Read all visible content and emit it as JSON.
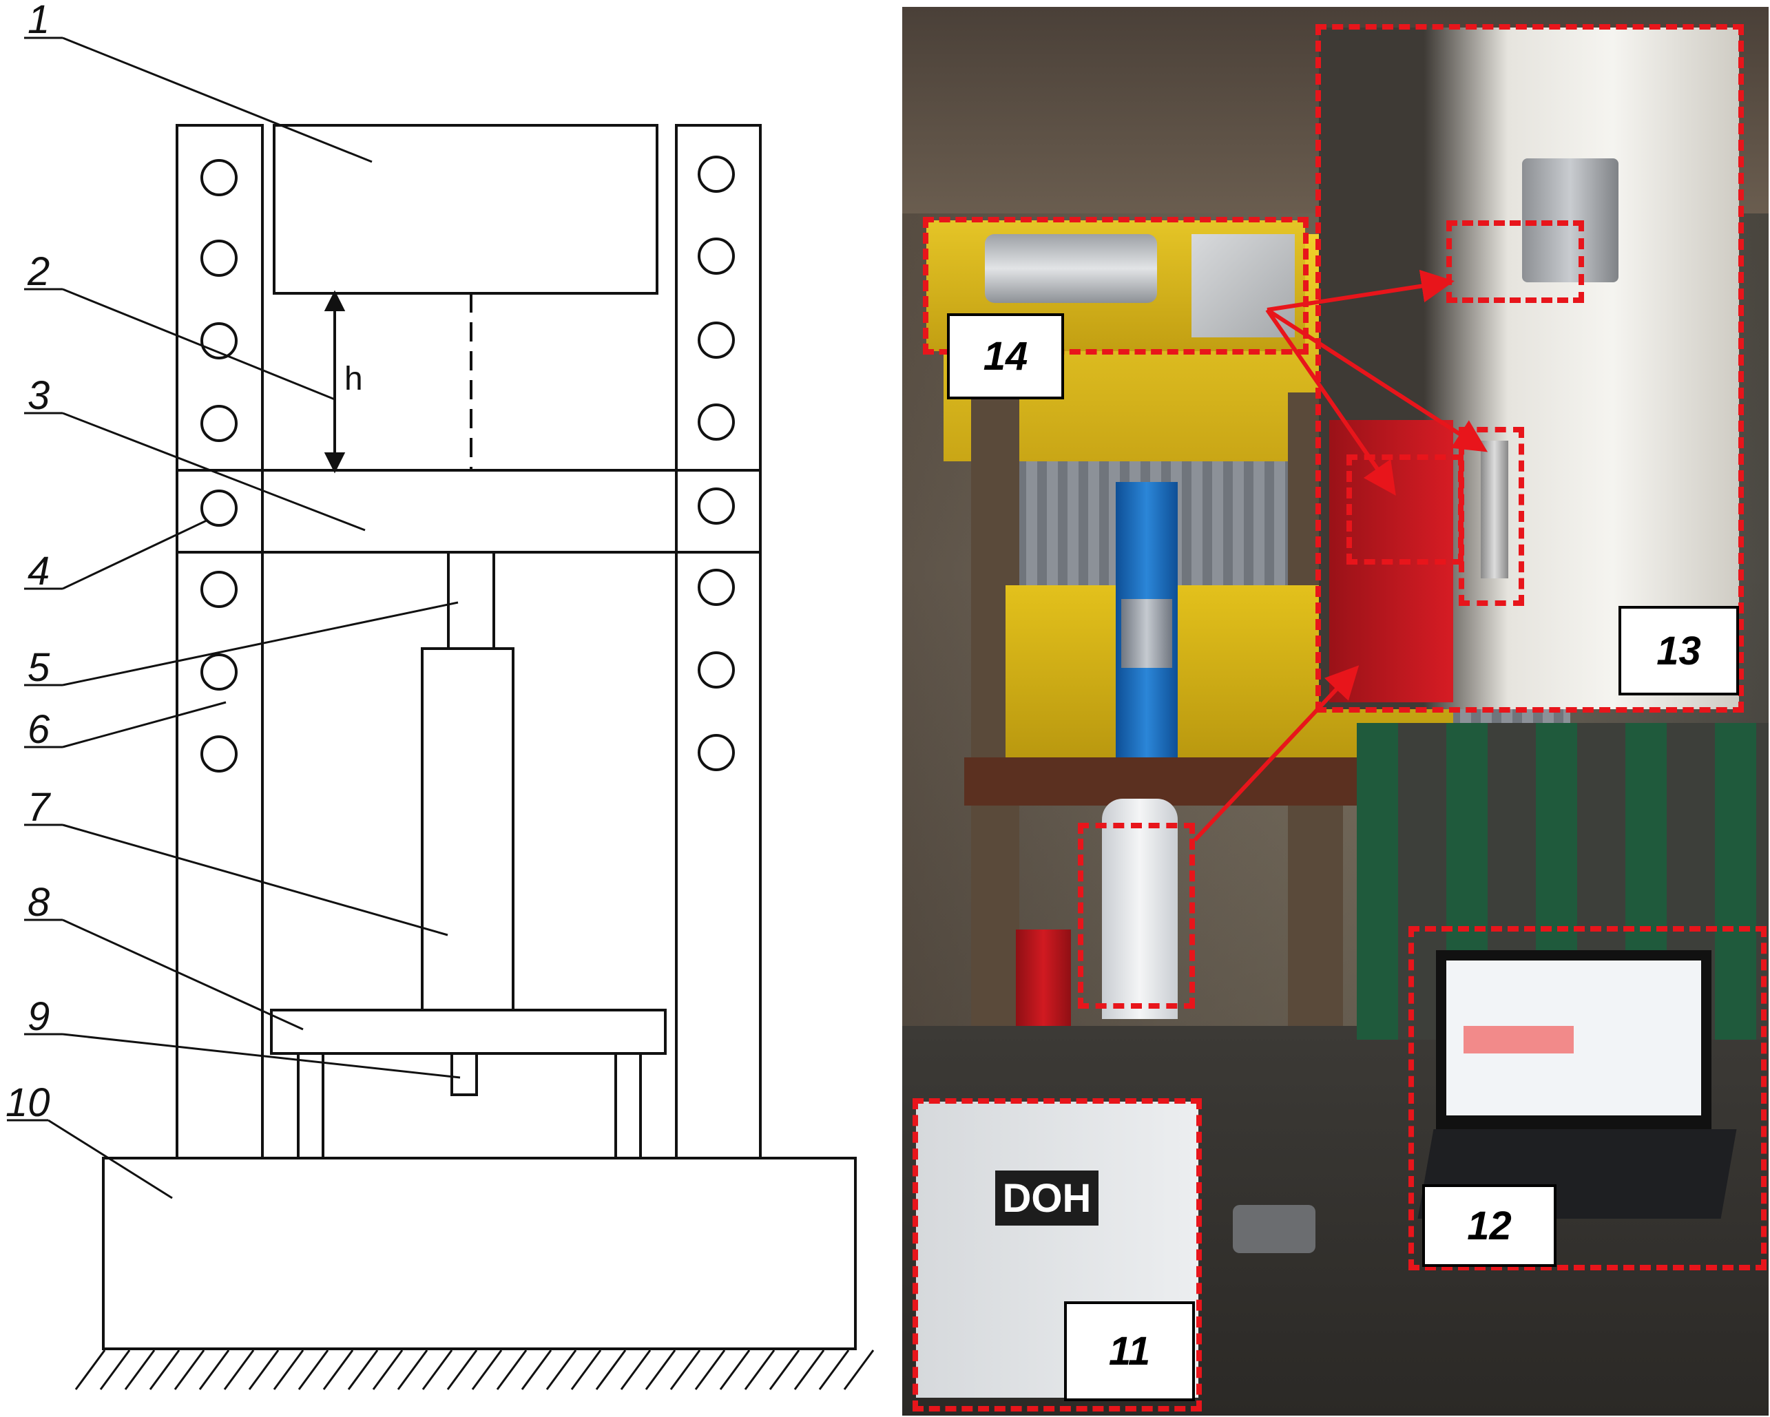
{
  "scheme": {
    "labels": [
      "1",
      "2",
      "3",
      "4",
      "5",
      "6",
      "7",
      "8",
      "9",
      "10"
    ],
    "height_symbol": "h"
  },
  "photo": {
    "callouts": [
      "11",
      "12",
      "13",
      "14"
    ],
    "brand_text": "DOH"
  },
  "colors": {
    "callout": "#e8151b",
    "frame_yellow": "#e5c21a",
    "piston_blue": "#1f73c6",
    "jack_red": "#c3161d"
  }
}
